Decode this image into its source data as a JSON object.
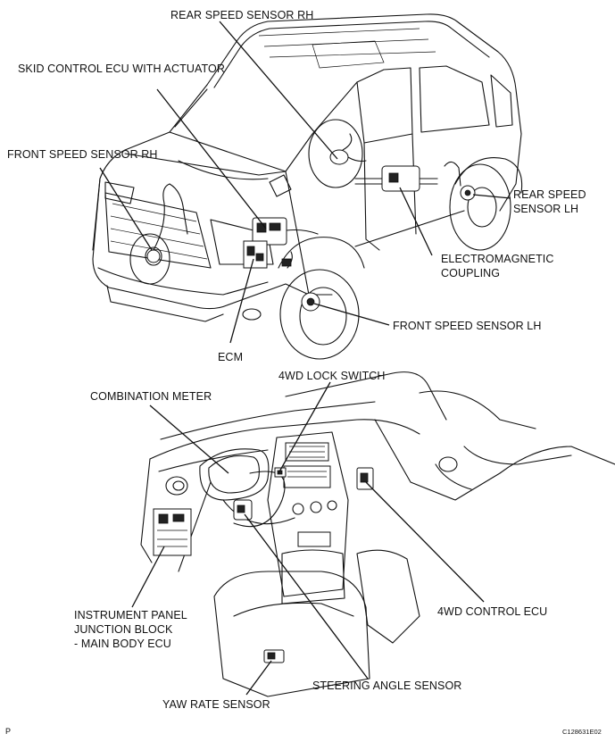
{
  "labels": {
    "rear_speed_sensor_rh": "REAR SPEED SENSOR RH",
    "skid_control_ecu": "SKID CONTROL ECU WITH ACTUATOR",
    "front_speed_sensor_rh": "FRONT SPEED SENSOR RH",
    "rear_speed_sensor_lh_line1": "REAR SPEED",
    "rear_speed_sensor_lh_line2": "SENSOR LH",
    "electromagnetic_coupling_line1": "ELECTROMAGNETIC",
    "electromagnetic_coupling_line2": "COUPLING",
    "front_speed_sensor_lh": "FRONT SPEED SENSOR LH",
    "ecm": "ECM",
    "lock_switch_4wd": "4WD LOCK SWITCH",
    "combination_meter": "COMBINATION METER",
    "instrument_panel_line1": "INSTRUMENT PANEL",
    "instrument_panel_line2": "JUNCTION BLOCK",
    "instrument_panel_line3": "- MAIN BODY ECU",
    "control_ecu_4wd": "4WD CONTROL ECU",
    "steering_angle_sensor": "STEERING ANGLE SENSOR",
    "yaw_rate_sensor": "YAW RATE SENSOR"
  },
  "footer": {
    "page_mark": "P",
    "figure_code": "C128631E02"
  }
}
